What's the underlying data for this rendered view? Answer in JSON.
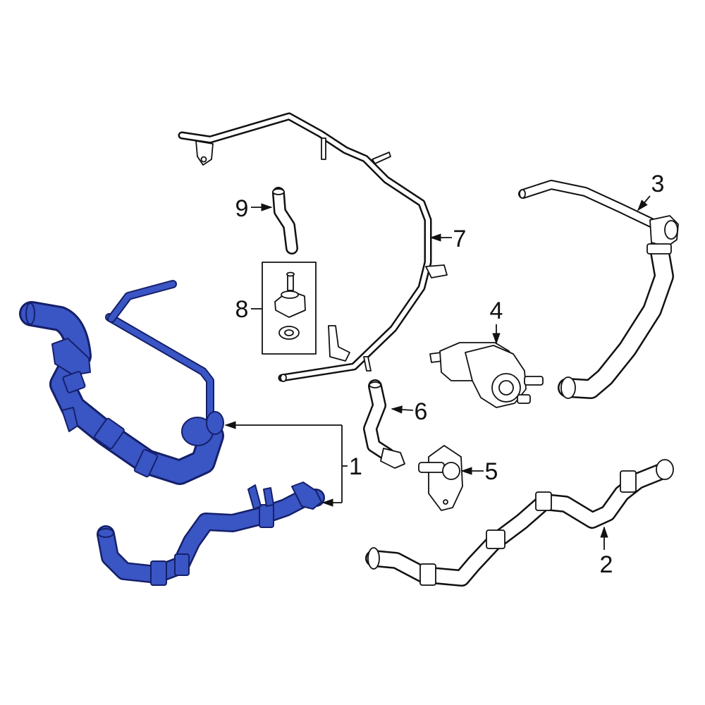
{
  "callouts": {
    "c1": "1",
    "c2": "2",
    "c3": "3",
    "c4": "4",
    "c5": "5",
    "c6": "6",
    "c7": "7",
    "c8": "8",
    "c9": "9"
  },
  "colors": {
    "background": "#ffffff",
    "line_art": "#111111",
    "highlighted_part_fill": "#3a55c4",
    "highlighted_part_outline": "#15206a"
  }
}
